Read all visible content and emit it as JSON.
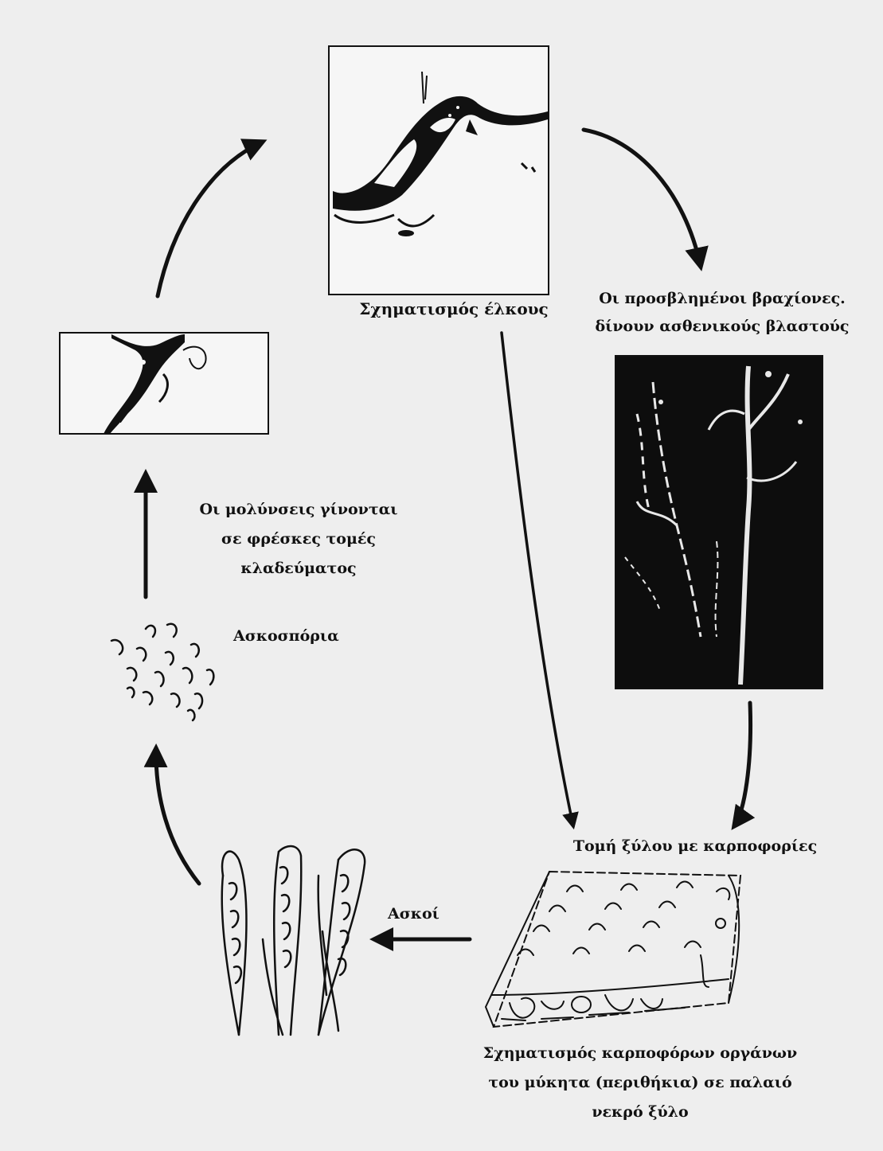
{
  "labels": {
    "canker_formation": "Σχηματισμός έλκους",
    "weak_shoots": [
      "Οι προσβλημένοι βραχίονες.",
      "δίνουν ασθενικούς βλαστούς"
    ],
    "infections": [
      "Οι μολύνσεις γίνονται",
      "σε φρέσκες τομές",
      "κλαδεύματος"
    ],
    "ascospores": "Ασκοσπόρια",
    "wood_section": "Τομή ξύλου με καρποφορίες",
    "asci": "Ασκοί",
    "fruiting_bodies": [
      "Σχηματισμός καρποφόρων οργάνων",
      "του μύκητα (περιθήκια) σε παλαιό",
      "νεκρό ξύλο"
    ]
  },
  "colors": {
    "background": "#eeeeee",
    "ink": "#111111",
    "photo_dark": "#0d0d0d"
  }
}
